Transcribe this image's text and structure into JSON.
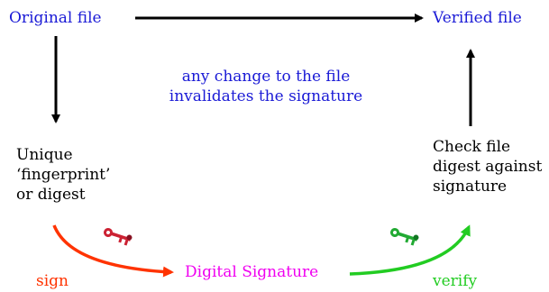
{
  "nodes": {
    "original_file": "Original file",
    "verified_file": "Verified file",
    "digest": [
      "Unique",
      "‘fingerprint’",
      "or digest"
    ],
    "check": [
      "Check file",
      "digest against",
      "signature"
    ],
    "digital_signature": "Digital Signature"
  },
  "note": [
    "any change to the file",
    "invalidates the signature"
  ],
  "edges": {
    "sign": "sign",
    "verify": "verify"
  },
  "colors": {
    "blue_text": "#1a1ad6",
    "signature_text": "#f000f0",
    "sign_arrow": "#ff3300",
    "verify_arrow": "#22cc22",
    "sign_key": "#cc2233",
    "verify_key": "#22aa33"
  },
  "icons": {
    "sign_key": "key-icon",
    "verify_key": "key-icon"
  }
}
